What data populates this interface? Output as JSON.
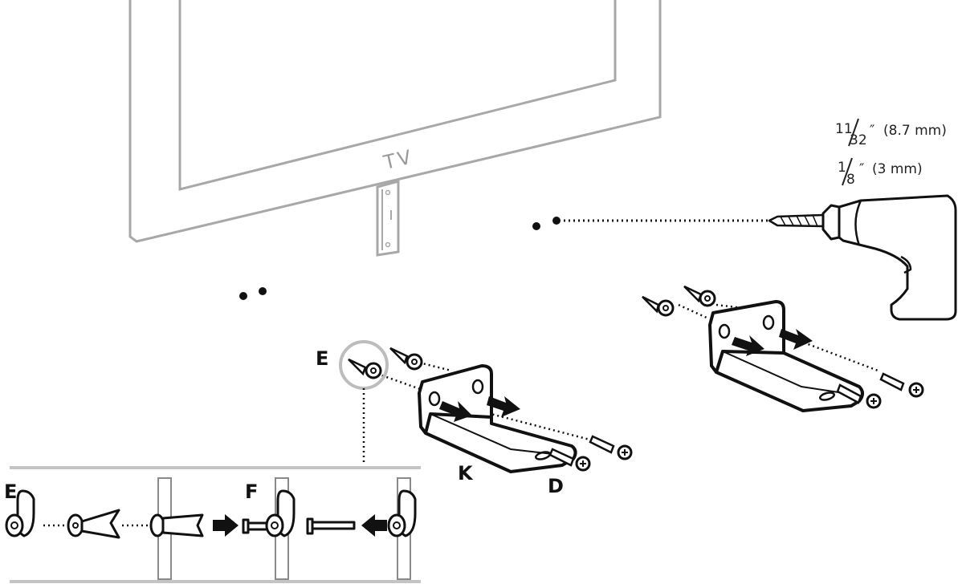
{
  "tv": {
    "label": "TV"
  },
  "drill": {
    "bit_large": {
      "whole": "11",
      "denominator": "32",
      "inch_mark": "″",
      "metric": "(8.7 mm)"
    },
    "bit_small": {
      "whole": "1",
      "denominator": "8",
      "inch_mark": "″",
      "metric": "(3 mm)"
    }
  },
  "labels": {
    "anchor_callout": "E",
    "bracket": "K",
    "screw": "D",
    "detail_anchor": "E",
    "detail_screw": "F"
  },
  "colors": {
    "line": "#111111",
    "tv_outline": "#a8a8a8",
    "highlight_circle": "#bdbdbd",
    "detail_rule": "#c4c4c4"
  }
}
